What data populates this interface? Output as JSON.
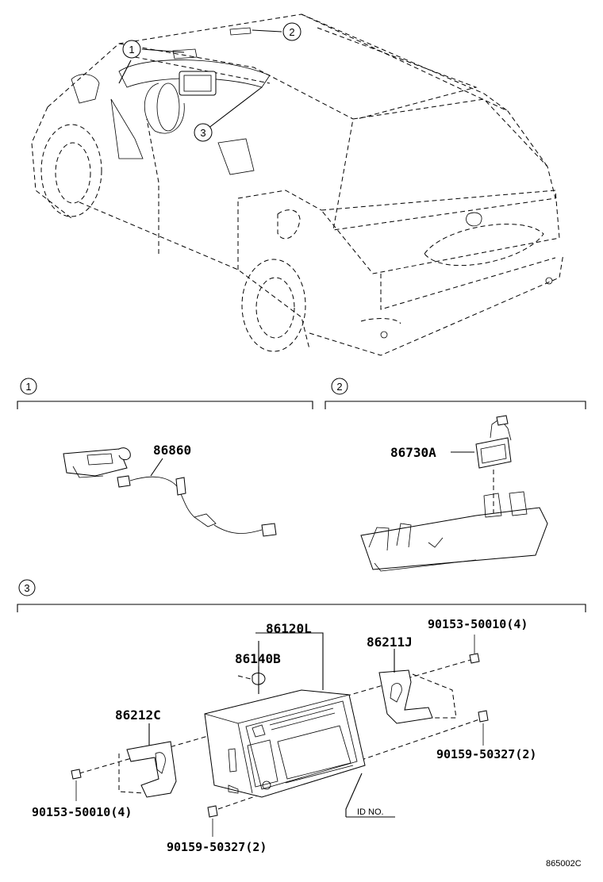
{
  "callouts": [
    "1",
    "2",
    "3"
  ],
  "section1": {
    "number": "1",
    "part": "86860"
  },
  "section2": {
    "number": "2",
    "part": "86730A"
  },
  "section3": {
    "number": "3",
    "parts": {
      "main_unit": "86120L",
      "knob": "86140B",
      "bracket_right": "86211J",
      "bracket_left": "86212C",
      "screw_top_right": "90153-50010(4)",
      "bolt_right": "90159-50327(2)",
      "screw_left": "90153-50010(4)",
      "bolt_bottom": "90159-50327(2)"
    },
    "id_label": "ID NO."
  },
  "figure_code": "865002C"
}
